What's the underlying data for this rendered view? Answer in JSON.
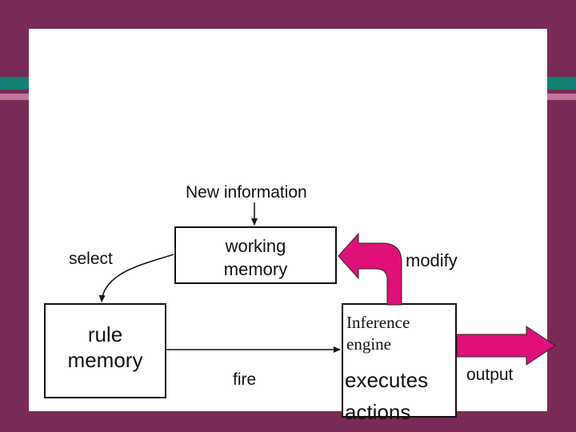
{
  "diagram": {
    "new_information": "New information",
    "select": "select",
    "working_memory": "working\nmemory",
    "modify": "modify",
    "rule_memory": "rule\nmemory",
    "inference_engine": "Inference\nengine",
    "fire": "fire",
    "executes_actions": "executes\nactions",
    "output": "output"
  },
  "colors": {
    "background": "#7a2a56",
    "teal_band": "#148072",
    "pink_band": "#c0789a",
    "arrow_magenta": "#e0107a"
  }
}
